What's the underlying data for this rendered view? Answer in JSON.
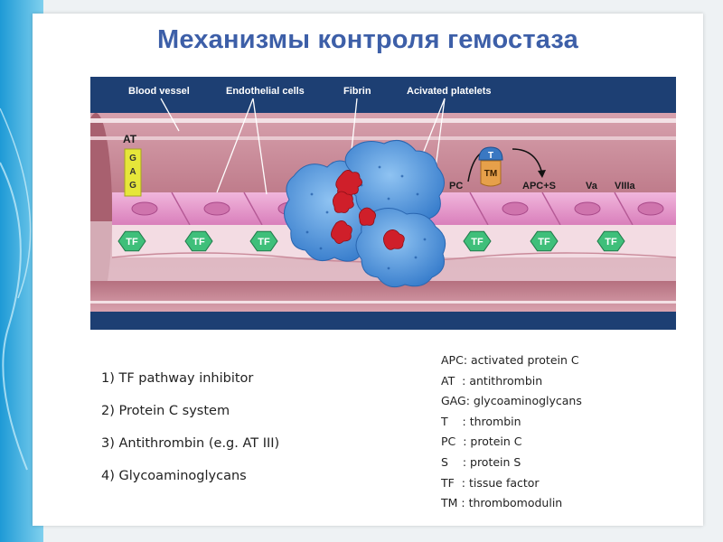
{
  "slide": {
    "title": "Механизмы контроля гемостаза"
  },
  "diagram": {
    "labels": {
      "blood_vessel": "Blood vessel",
      "endothelial_cells": "Endothelial cells",
      "fibrin": "Fibrin",
      "activated_platelets": "Acivated platelets",
      "at": "AT",
      "gag": [
        "G",
        "A",
        "G"
      ],
      "pc": "PC",
      "t": "T",
      "tm": "TM",
      "apc_s": "APC+S",
      "va": "Va",
      "viiia": "VIIIa",
      "tf": "TF"
    },
    "colors": {
      "vessel_wall": "#c9889a",
      "endothelium": "#e59ac9",
      "platelet": "#4a8fd8",
      "fibrin": "#cf1f2a",
      "tf_hex": "#3fbf7a",
      "gag_box": "#e6e63a",
      "thrombin": "#3a78c2",
      "thrombomodulin": "#e6a04a",
      "frame": "#1d3f73"
    }
  },
  "mechanisms": [
    "1) TF pathway inhibitor",
    "2) Protein C system",
    "3) Antithrombin (e.g. AT III)",
    "4) Glycoaminoglycans"
  ],
  "legend": [
    "APC: activated protein C",
    "AT  : antithrombin",
    "GAG: glycoaminoglycans",
    "T    : thrombin",
    "PC  : protein C",
    "S    : protein S",
    "TF  : tissue factor",
    "TM : thrombomodulin"
  ]
}
